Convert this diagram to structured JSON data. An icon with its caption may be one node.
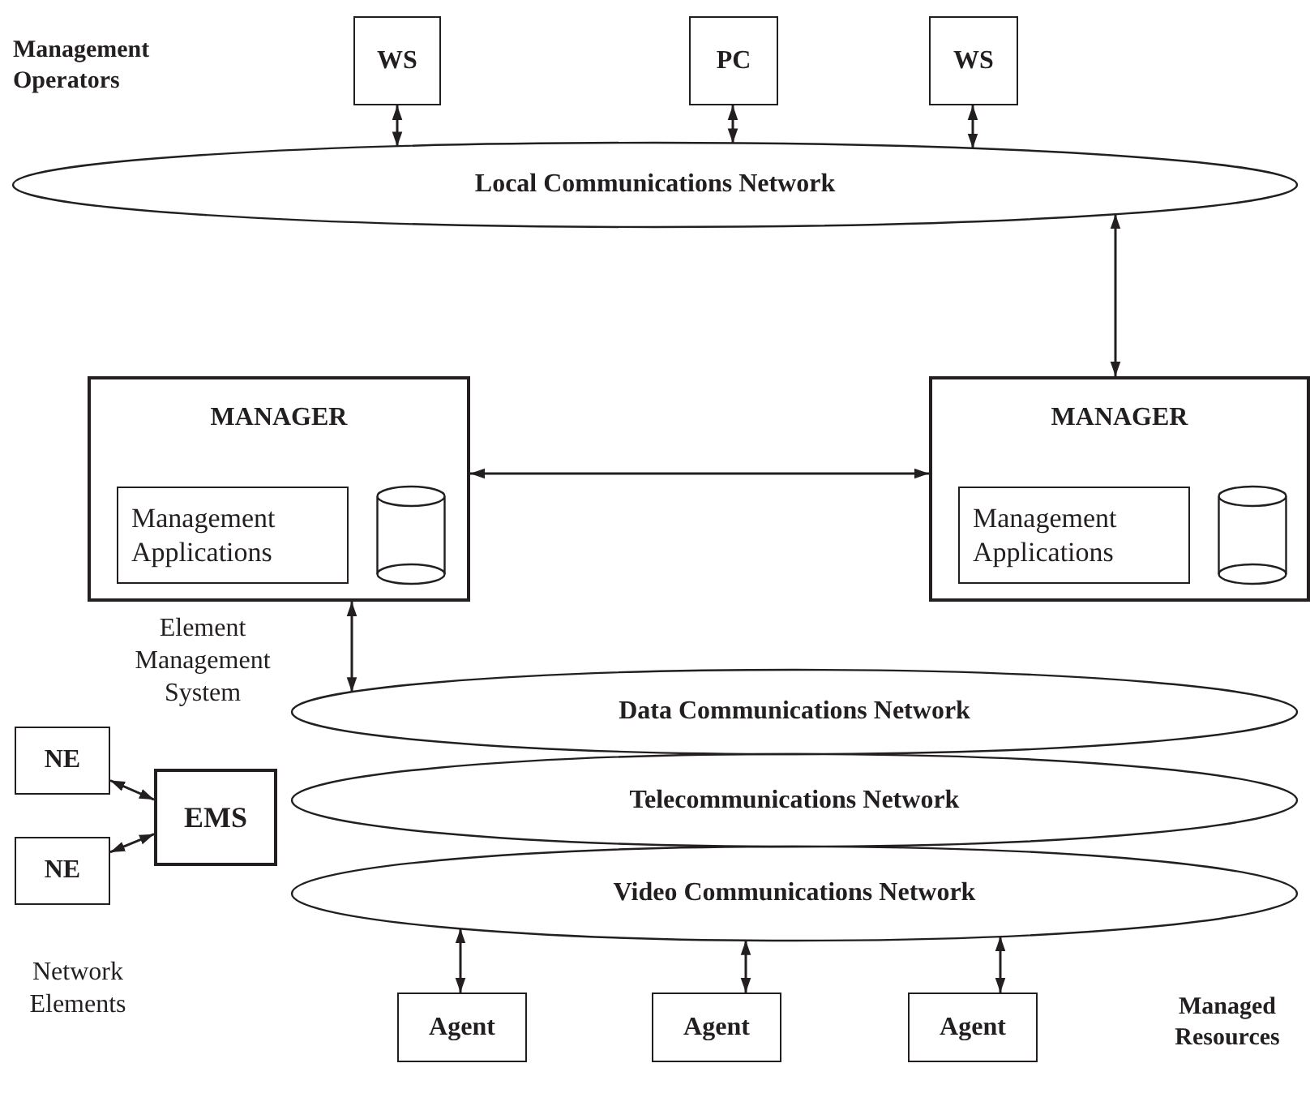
{
  "diagram": {
    "nodes": [
      {
        "text": [
          "WS"
        ]
      },
      {
        "text": [
          "PC"
        ]
      },
      {
        "text": [
          "WS"
        ]
      },
      {
        "text": [
          "Local Communications Network"
        ]
      },
      {
        "text": [
          "MANAGER"
        ]
      },
      {
        "text": [
          "Management Applications"
        ],
        "in": 4
      },
      {
        "text": [],
        "shape": "cylinder",
        "in": 4
      },
      {
        "text": [
          "MANAGER"
        ]
      },
      {
        "text": [
          "Management Applications"
        ],
        "in": 7
      },
      {
        "text": [],
        "shape": "cylinder",
        "in": 7
      },
      {
        "text": [
          "Data Communications Network"
        ]
      },
      {
        "text": [
          "NE"
        ]
      },
      {
        "text": [
          "EMS"
        ]
      },
      {
        "text": [
          "Telecommunications Network"
        ]
      },
      {
        "text": [
          "NE"
        ]
      },
      {
        "text": [
          "Video Communications Network"
        ]
      },
      {
        "text": [
          "Agent"
        ]
      },
      {
        "text": [
          "Agent"
        ]
      },
      {
        "text": [
          "Agent"
        ]
      }
    ],
    "edges": [
      {
        "from": 0,
        "to": 3,
        "arrow": "both"
      },
      {
        "from": 1,
        "to": 3,
        "arrow": "both"
      },
      {
        "from": 2,
        "to": 3,
        "arrow": "both"
      },
      {
        "from": 3,
        "to": 7,
        "arrow": "both"
      },
      {
        "from": 4,
        "to": 7,
        "arrow": "both"
      },
      {
        "from": 4,
        "to": 10,
        "arrow": "both"
      },
      {
        "from": 11,
        "to": 12,
        "arrow": "both"
      },
      {
        "from": 14,
        "to": 12,
        "arrow": "both"
      },
      {
        "from": 15,
        "to": 16,
        "arrow": "both"
      },
      {
        "from": 15,
        "to": 17,
        "arrow": "both"
      },
      {
        "from": 15,
        "to": 18,
        "arrow": "both"
      }
    ],
    "labels": [
      "Management Operators",
      "Element Management System",
      "Network Elements",
      "Managed Resources"
    ]
  }
}
